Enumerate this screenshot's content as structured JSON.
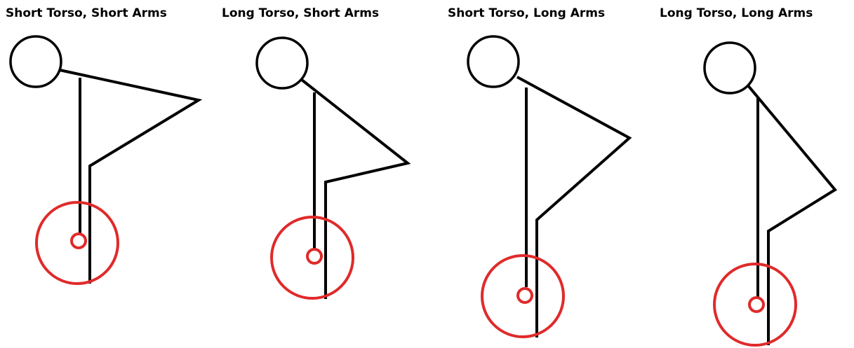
{
  "panels": [
    {
      "title": "Short Torso, Short Arms"
    },
    {
      "title": "Long Torso, Short Arms"
    },
    {
      "title": "Short Torso, Long Arms"
    },
    {
      "title": "Long Torso, Long Arms"
    }
  ],
  "colors": {
    "figure_stroke": "#000000",
    "weight_circle": "#e02a2a",
    "background": "#ffffff"
  }
}
